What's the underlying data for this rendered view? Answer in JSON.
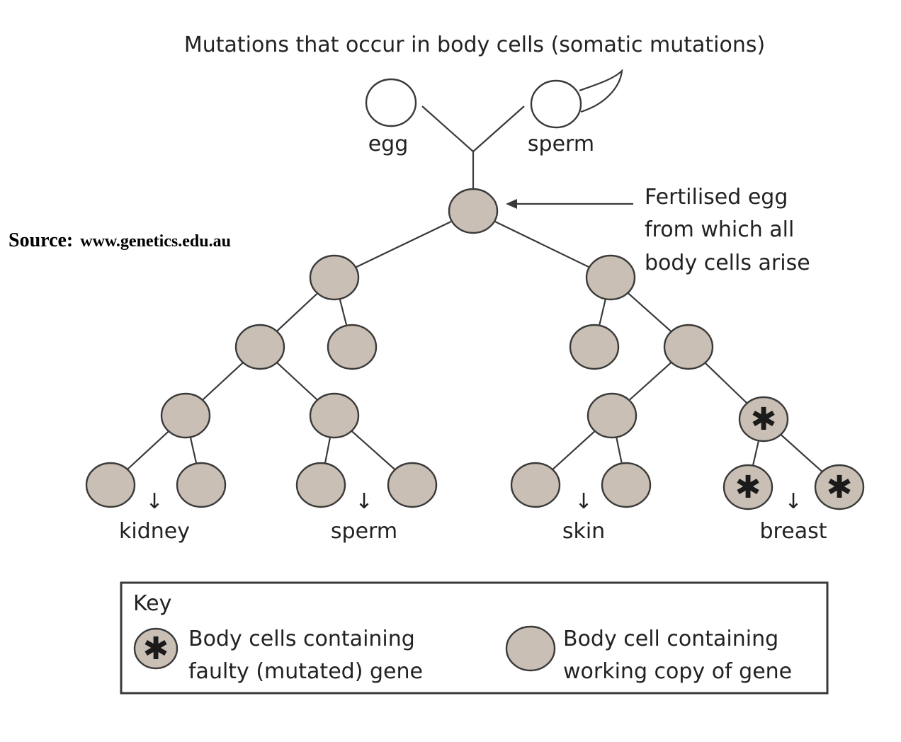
{
  "title": "Mutations that occur in body cells (somatic mutations)",
  "source": {
    "label": "Source:",
    "url": "www.genetics.edu.au"
  },
  "gametes": {
    "egg": "egg",
    "sperm": "sperm"
  },
  "fertilised_note": [
    "Fertilised egg",
    "from which all",
    "body cells arise"
  ],
  "tissues": [
    "kidney",
    "sperm",
    "skin",
    "breast"
  ],
  "mutation_symbol": "✱",
  "arrow_symbol": "↓",
  "key": {
    "title": "Key",
    "mutated": [
      "Body cells containing",
      "faulty (mutated) gene"
    ],
    "working": [
      "Body cell containing",
      "working copy of gene"
    ]
  },
  "colors": {
    "cell_fill": "#c9bfb4",
    "outline": "#3a3a3a",
    "text": "#222222"
  }
}
